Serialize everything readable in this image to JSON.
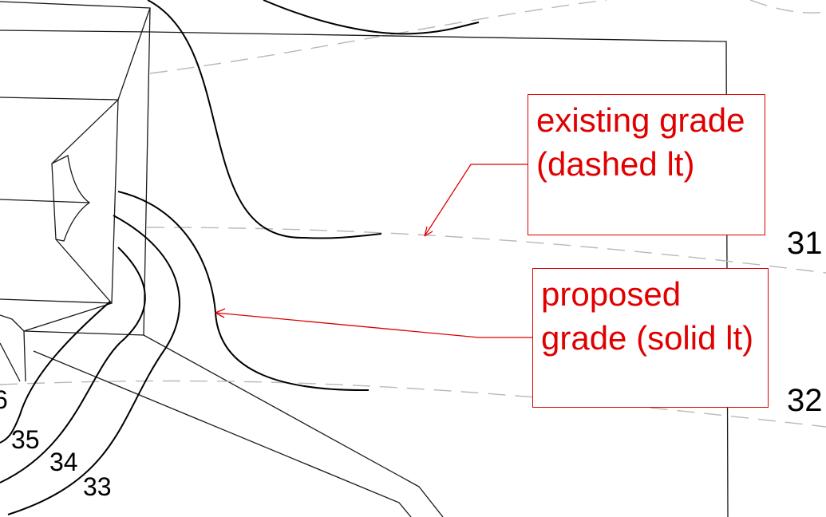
{
  "callouts": {
    "existing": "existing grade (dashed lt)",
    "proposed": "proposed grade (solid lt)"
  },
  "elevation_labels": {
    "right_upper": "31",
    "right_lower": "32"
  },
  "contour_labels": {
    "partial_left": "6",
    "c35": "35",
    "c34": "34",
    "c33": "33"
  },
  "colors": {
    "annotation": "#e00000",
    "existing_grade": "#b8b8b8",
    "linework": "#1a1a1a"
  }
}
